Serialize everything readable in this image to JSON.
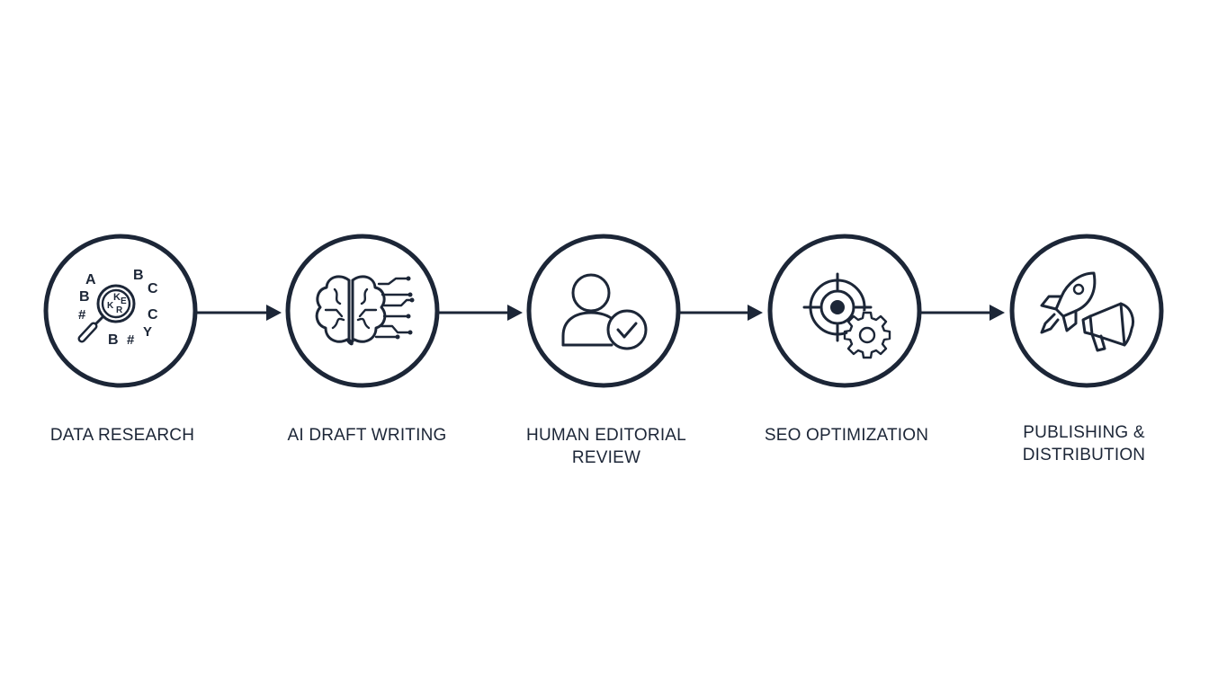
{
  "colors": {
    "ink": "#1c2637",
    "background": "#ffffff"
  },
  "steps": [
    {
      "icon": "magnifier-letters-icon",
      "label_lines": [
        "DATA RESEARCH"
      ]
    },
    {
      "icon": "ai-brain-circuit-icon",
      "label_lines": [
        "AI DRAFT WRITING"
      ]
    },
    {
      "icon": "user-checkmark-icon",
      "label_lines": [
        "HUMAN EDITORIAL",
        "REVIEW"
      ]
    },
    {
      "icon": "target-gear-icon",
      "label_lines": [
        "SEO OPTIMIZATION"
      ]
    },
    {
      "icon": "rocket-megaphone-icon",
      "label_lines": [
        "PUBLISHING &",
        "DISTRIBUTION"
      ]
    }
  ],
  "icon_text": {
    "letters": [
      "A",
      "B",
      "B",
      "C",
      "C",
      "#",
      "B",
      "#",
      "Y",
      "K",
      "E",
      "K",
      "R"
    ]
  }
}
